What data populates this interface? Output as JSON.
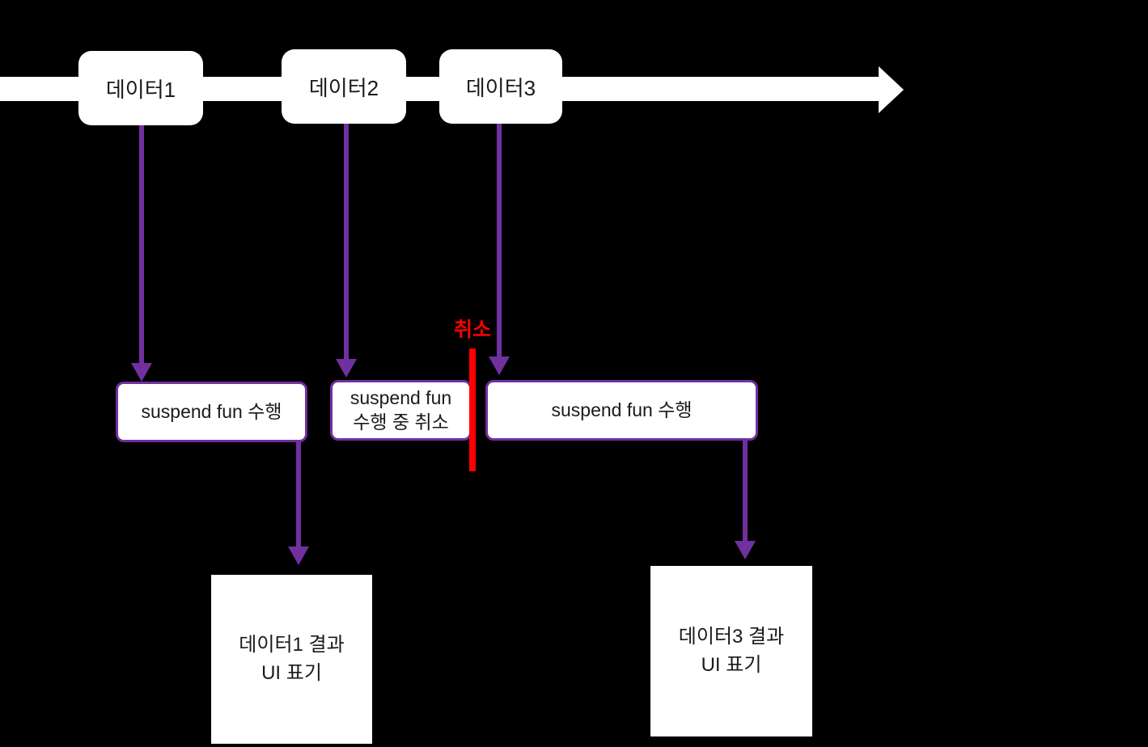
{
  "colors": {
    "background": "#000000",
    "timeline_white": "#FFFFFF",
    "accent_purple": "#7030A0",
    "cancel_red": "#FF0000",
    "text_dark": "#1A1A1A"
  },
  "timeline": {
    "event1": "데이터1",
    "event2": "데이터2",
    "event3": "데이터3"
  },
  "process": {
    "box1": "suspend fun 수행",
    "box2_line1": "suspend fun",
    "box2_line2": "수행 중 취소",
    "box3": "suspend fun 수행"
  },
  "cancel": {
    "label": "취소"
  },
  "results": {
    "data1_line1": "데이터1 결과",
    "data1_line2": "UI 표기",
    "data3_line1": "데이터3 결과",
    "data3_line2": "UI 표기"
  }
}
